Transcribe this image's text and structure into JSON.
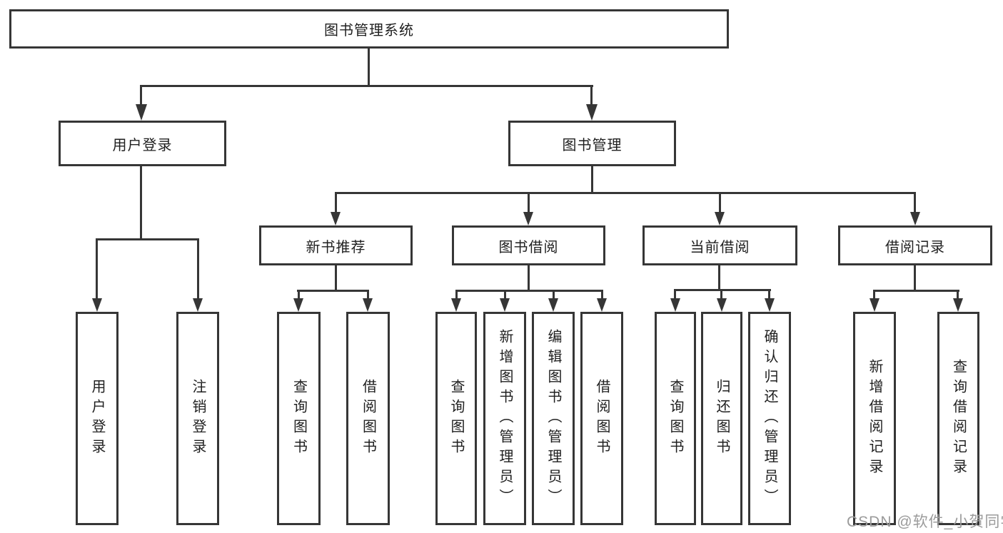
{
  "tree": {
    "root": {
      "label": "图书管理系统",
      "children": [
        {
          "label": "用户登录",
          "children": [
            {
              "label": "用户登录"
            },
            {
              "label": "注销登录"
            }
          ]
        },
        {
          "label": "图书管理",
          "children": [
            {
              "label": "新书推荐",
              "children": [
                {
                  "label": "查询图书"
                },
                {
                  "label": "借阅图书"
                }
              ]
            },
            {
              "label": "图书借阅",
              "children": [
                {
                  "label": "查询图书"
                },
                {
                  "label": "新增图书（管理员）"
                },
                {
                  "label": "编辑图书（管理员）"
                },
                {
                  "label": "借阅图书"
                }
              ]
            },
            {
              "label": "当前借阅",
              "children": [
                {
                  "label": "查询图书"
                },
                {
                  "label": "归还图书"
                },
                {
                  "label": "确认归还（管理员）"
                }
              ]
            },
            {
              "label": "借阅记录",
              "children": [
                {
                  "label": "新增借阅记录"
                },
                {
                  "label": "查询借阅记录"
                }
              ]
            }
          ]
        }
      ]
    }
  },
  "watermark": {
    "text": "CSDN @软件_小贺同学"
  },
  "colors": {
    "line": "#363636",
    "text": "#1f1f1f",
    "watermark": "#9b9b9b",
    "background": "#ffffff"
  }
}
